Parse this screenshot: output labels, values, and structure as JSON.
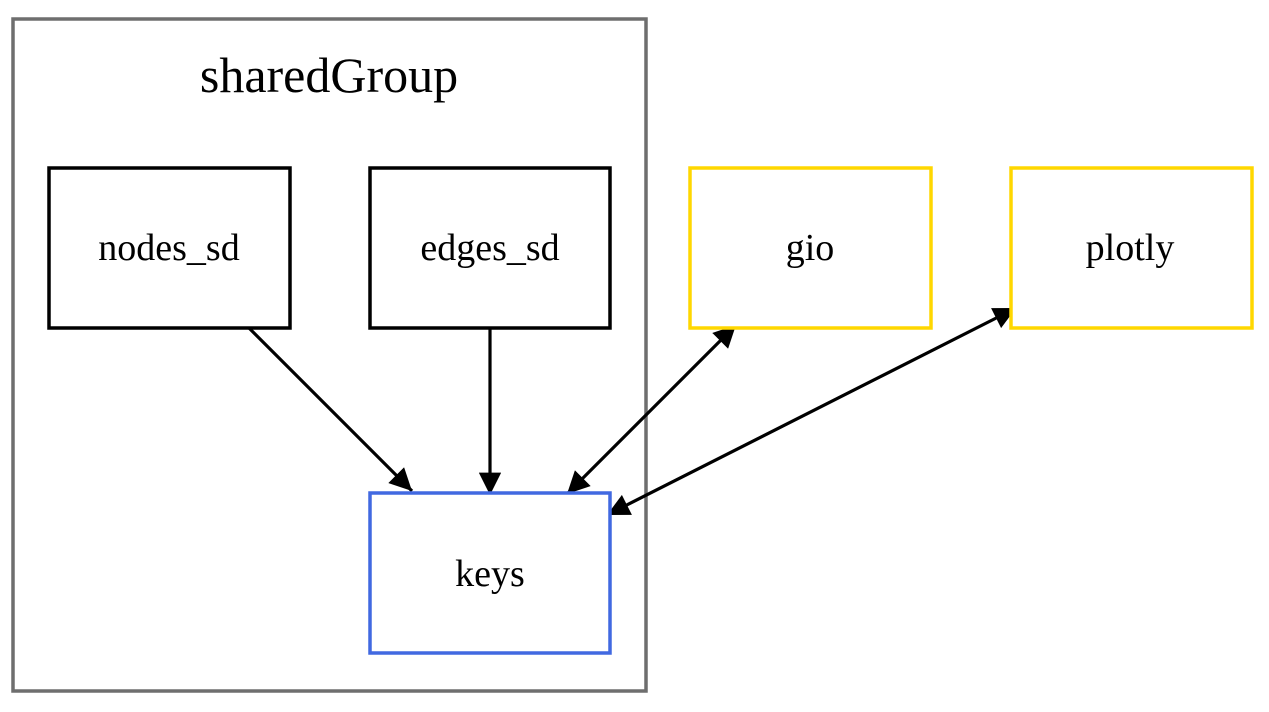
{
  "colors": {
    "cluster_border": "#6e6e6e",
    "default_border": "#000000",
    "keys_border": "#4169e1",
    "external_border": "#ffd700",
    "edge": "#000000",
    "text": "#000000"
  },
  "cluster": {
    "label": "sharedGroup"
  },
  "nodes": {
    "nodes_sd": {
      "label": "nodes_sd"
    },
    "edges_sd": {
      "label": "edges_sd"
    },
    "keys": {
      "label": "keys"
    },
    "gio": {
      "label": "gio"
    },
    "plotly": {
      "label": "plotly"
    }
  },
  "edges": [
    {
      "from": "nodes_sd",
      "to": "keys",
      "direction": "forward"
    },
    {
      "from": "edges_sd",
      "to": "keys",
      "direction": "forward"
    },
    {
      "from": "gio",
      "to": "keys",
      "direction": "both"
    },
    {
      "from": "plotly",
      "to": "keys",
      "direction": "both"
    }
  ]
}
